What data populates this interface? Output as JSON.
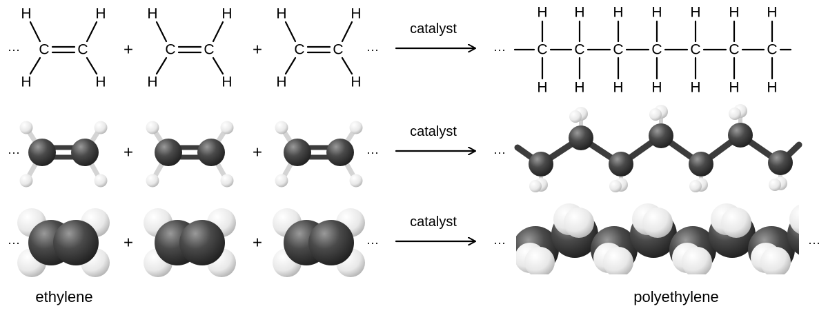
{
  "atoms": {
    "carbon": "C",
    "hydrogen": "H"
  },
  "operators": {
    "plus": "+",
    "ellipsis": "···"
  },
  "arrow_label": "catalyst",
  "captions": {
    "left": "ethylene",
    "right": "polyethylene"
  },
  "colors": {
    "carbon": "#3a3a3a",
    "carbon_highlight": "#8a8a8a",
    "hydrogen": "#f2f2f2",
    "bond": "#3c3c3c",
    "line": "#000000"
  }
}
